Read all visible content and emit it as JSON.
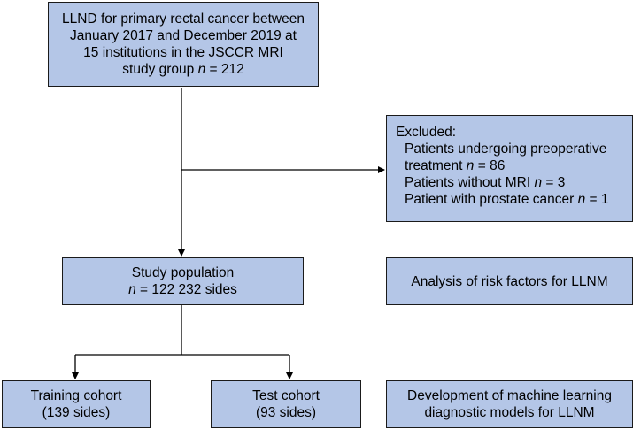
{
  "source_box": {
    "lines": [
      "LLND for primary rectal cancer between",
      "January 2017 and December 2019 at",
      "15 institutions in the JSCCR MRI"
    ],
    "last_prefix": "study group ",
    "last_var": "n",
    "last_suffix": " = 212"
  },
  "excluded_box": {
    "heading": "Excluded:",
    "item1_line1": "Patients undergoing preoperative",
    "item1_line2_prefix": "treatment ",
    "item1_var": "n",
    "item1_suffix": " = 86",
    "item2_prefix": "Patients without MRI ",
    "item2_var": "n",
    "item2_suffix": " = 3",
    "item3_prefix": "Patient with prostate cancer ",
    "item3_var": "n",
    "item3_suffix": " = 1"
  },
  "population_box": {
    "line1": "Study population",
    "var": "n",
    "suffix": " = 122 232 sides"
  },
  "risk_box": {
    "text": "Analysis of risk factors for LLNM"
  },
  "training_box": {
    "line1": "Training cohort",
    "line2": "(139 sides)"
  },
  "test_box": {
    "line1": "Test cohort",
    "line2": "(93 sides)"
  },
  "ml_box": {
    "line1": "Development of machine learning",
    "line2": "diagnostic models for LLNM"
  }
}
